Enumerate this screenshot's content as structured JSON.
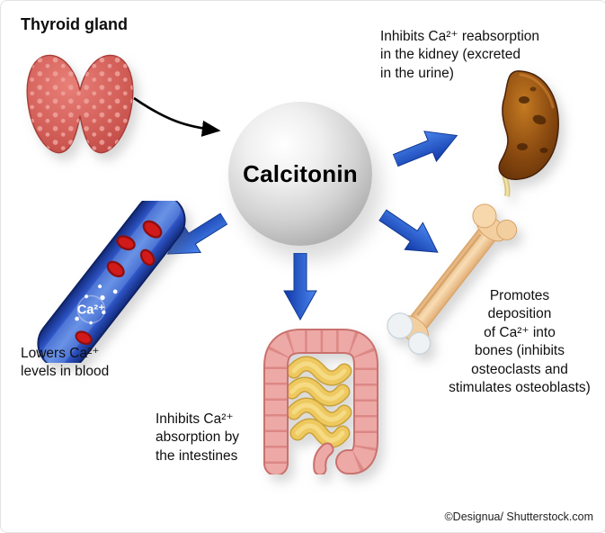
{
  "title": "Thyroid gland",
  "hormone": {
    "name": "Calcitonin"
  },
  "effects": {
    "kidney": "Inhibits Ca²⁺ reabsorption\nin the kidney (excreted\nin the urine)",
    "blood": "Lowers Ca²⁺\nlevels in blood",
    "intestine": "Inhibits Ca²⁺\nabsorption by\nthe intestines",
    "bone": "Promotes\ndeposition\nof Ca²⁺ into\nbones (inhibits\nosteoclasts and\nstimulates osteoblasts)"
  },
  "vessel_label": "Ca²⁺",
  "credit": "©Designua/ Shutterstock.com",
  "icons": {
    "thyroid": "thyroid-gland-illustration",
    "kidney": "kidney-illustration",
    "vessel": "blood-vessel-illustration",
    "intestine": "intestines-illustration",
    "bone": "bone-illustration",
    "sphere": "calcitonin-sphere"
  },
  "colors": {
    "arrow_blue": "#1f54c9",
    "thyroid_pink": "#d9625c",
    "kidney_brown": "#8a4a10",
    "vessel_blue": "#2b55c4",
    "intestine_pink": "#e9a2a0",
    "small_intestine_yellow": "#eec95f",
    "bone_tan": "#f2cda0",
    "sphere_gray": "#c9c9c9"
  }
}
